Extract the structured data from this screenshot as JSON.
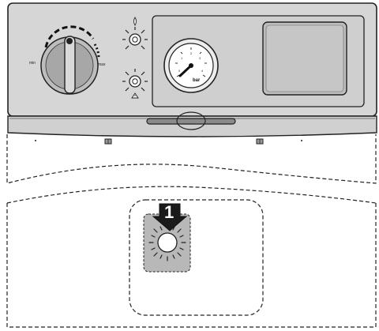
{
  "panel": {
    "dial": {
      "min_label": "min",
      "max_label": "max"
    },
    "pressure_gauge": {
      "unit_label": "bar",
      "tick_labels": [
        "0",
        "1",
        "2",
        "3",
        "4"
      ]
    }
  },
  "indicator": {
    "step_number": "1"
  },
  "colors": {
    "panel_fill": "#d6d6d6",
    "sub_panel_fill": "#cfcfcf",
    "lamp_area_fill": "#b8b8b8",
    "outline": "#222222"
  }
}
